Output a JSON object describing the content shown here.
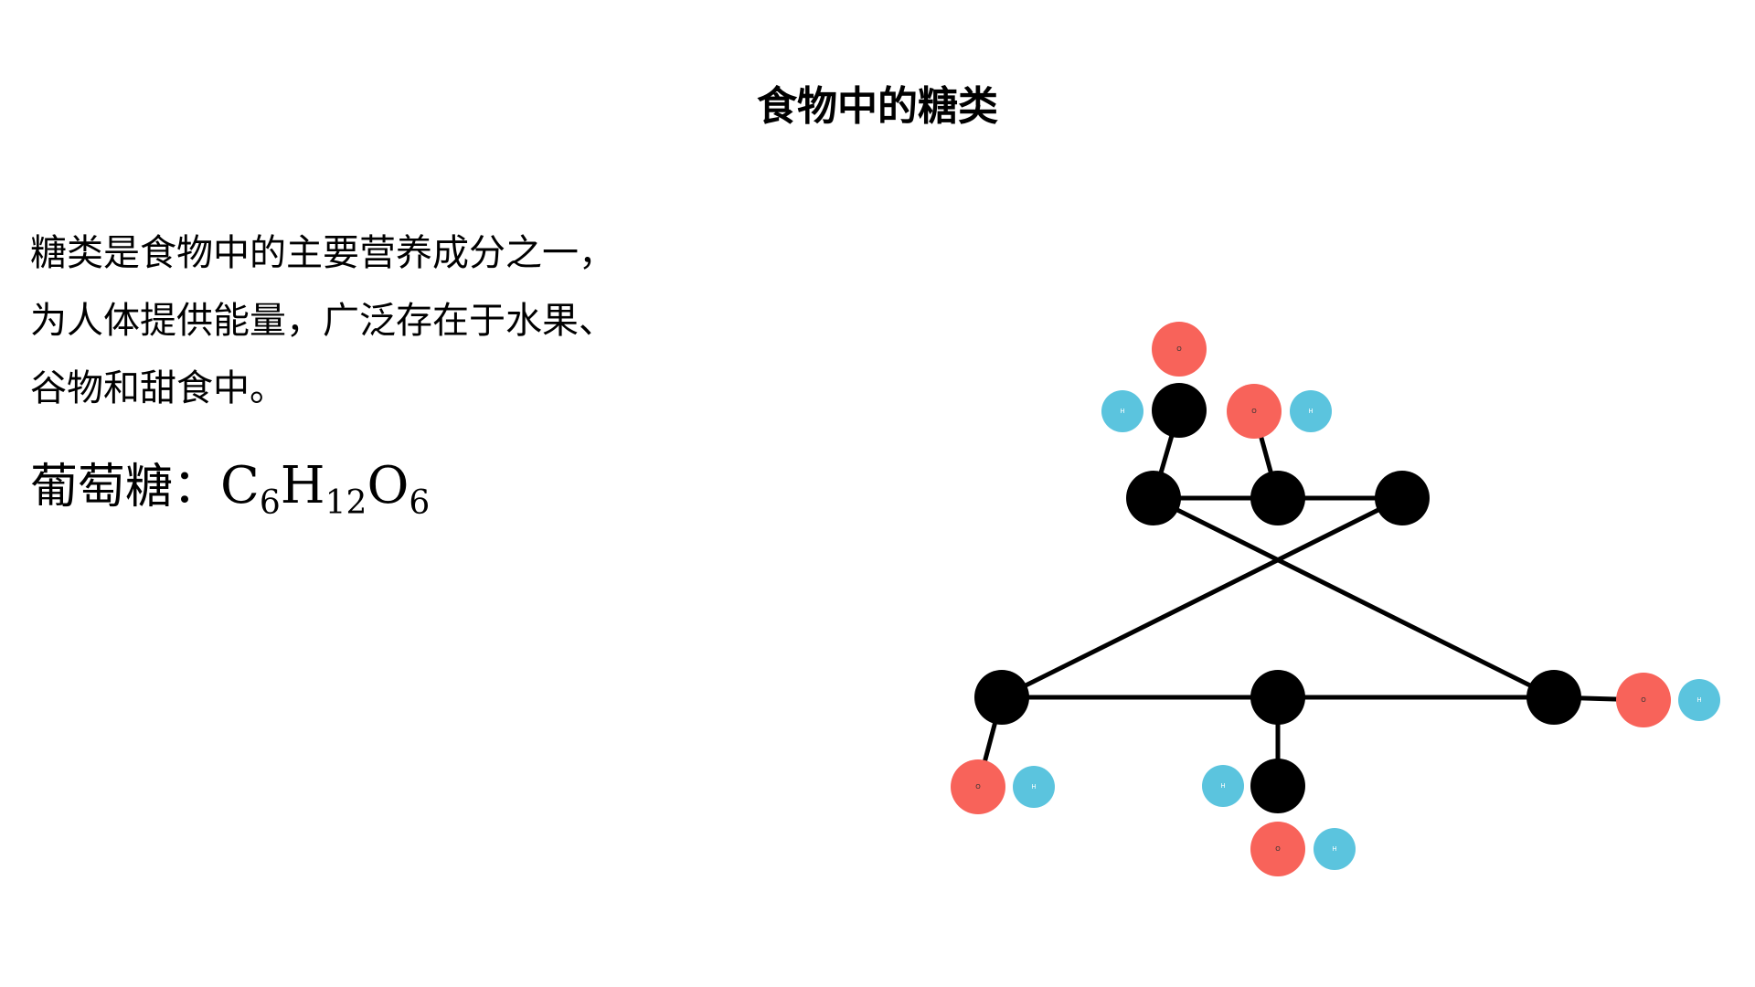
{
  "title": "食物中的糖类",
  "description": {
    "lines": [
      "糖类是食物中的主要营养成分之一，",
      "为人体提供能量，广泛存在于水果、",
      "谷物和甜食中。"
    ]
  },
  "formula": {
    "label": "葡萄糖：",
    "parts": [
      {
        "element": "C",
        "count": "6"
      },
      {
        "element": "H",
        "count": "12"
      },
      {
        "element": "O",
        "count": "6"
      }
    ]
  },
  "molecule": {
    "colors": {
      "carbon": "#000000",
      "oxygen": "#f8635a",
      "hydrogen": "#5bc4de",
      "bond": "#000000"
    },
    "atom_labels": {
      "oxygen": "O",
      "hydrogen": "H"
    }
  }
}
